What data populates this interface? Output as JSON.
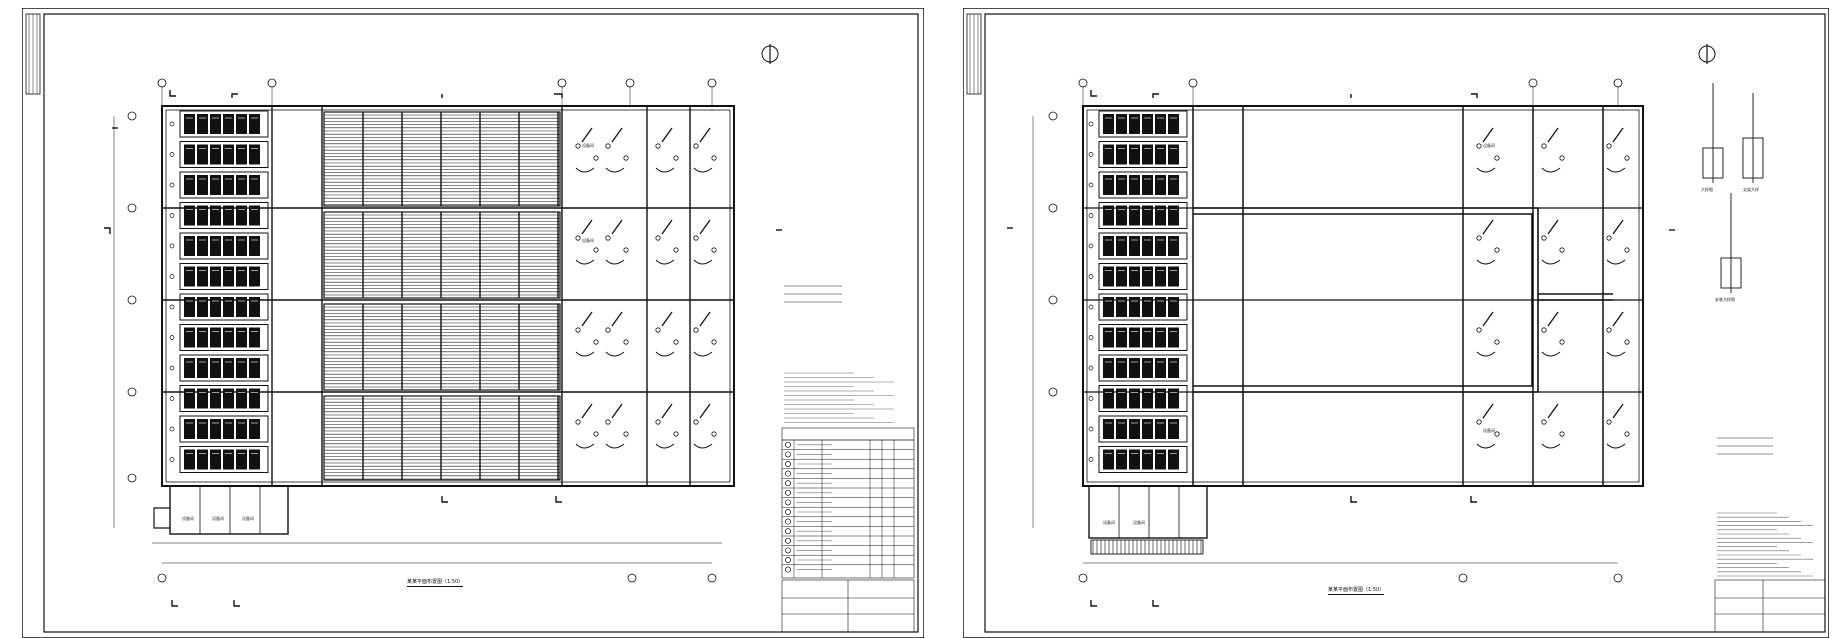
{
  "sheet_left": {
    "plan_title": "某某平面布置图（1:50）",
    "room_labels": [
      "设备间",
      "设备间",
      "设备间",
      "设备间",
      "设备间"
    ]
  },
  "sheet_right": {
    "plan_title": "某某平面布置图（1:50）",
    "detail_labels": [
      "大样图",
      "支架大样",
      "安装大样图"
    ],
    "room_labels": [
      "设备间",
      "设备间",
      "设备间",
      "设备间"
    ]
  },
  "colors": {
    "line": "#111111",
    "background": "#ffffff"
  },
  "icons": [
    "north-arrow-icon",
    "section-marker-icon"
  ]
}
